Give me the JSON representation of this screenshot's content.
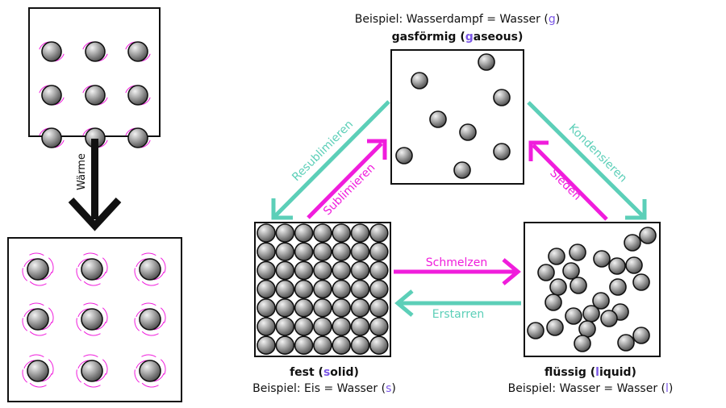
{
  "colors": {
    "teal": "#5ccfb8",
    "magenta": "#f01ddc",
    "accent_letter": "#7b57e6",
    "particle_dark": "#555555",
    "particle_light": "#e8e8e8",
    "outline": "#111111"
  },
  "left_panel": {
    "heat_label": "Wärme",
    "arrow": "arrow-down-icon"
  },
  "gas": {
    "example_prefix": "Beispiel: Wasserdampf = Wasser (",
    "example_letter": "g",
    "example_suffix": ")",
    "title_prefix": "gasförmig (",
    "title_letter": "g",
    "title_suffix": "aseous)"
  },
  "solid": {
    "title_prefix": "fest (",
    "title_letter": "s",
    "title_suffix": "olid)",
    "example_prefix": "Beispiel: Eis = Wasser (",
    "example_letter": "s",
    "example_suffix": ")"
  },
  "liquid": {
    "title_prefix": "flüssig (",
    "title_letter": "l",
    "title_suffix": "iquid)",
    "example_prefix": "Beispiel: Wasser = Wasser (",
    "example_letter": "l",
    "example_suffix": ")"
  },
  "transitions": {
    "resublimieren": "Resublimieren",
    "sublimieren": "Sublimieren",
    "kondensieren": "Kondensieren",
    "sieden": "Sieden",
    "schmelzen": "Schmelzen",
    "erstarren": "Erstarren"
  }
}
